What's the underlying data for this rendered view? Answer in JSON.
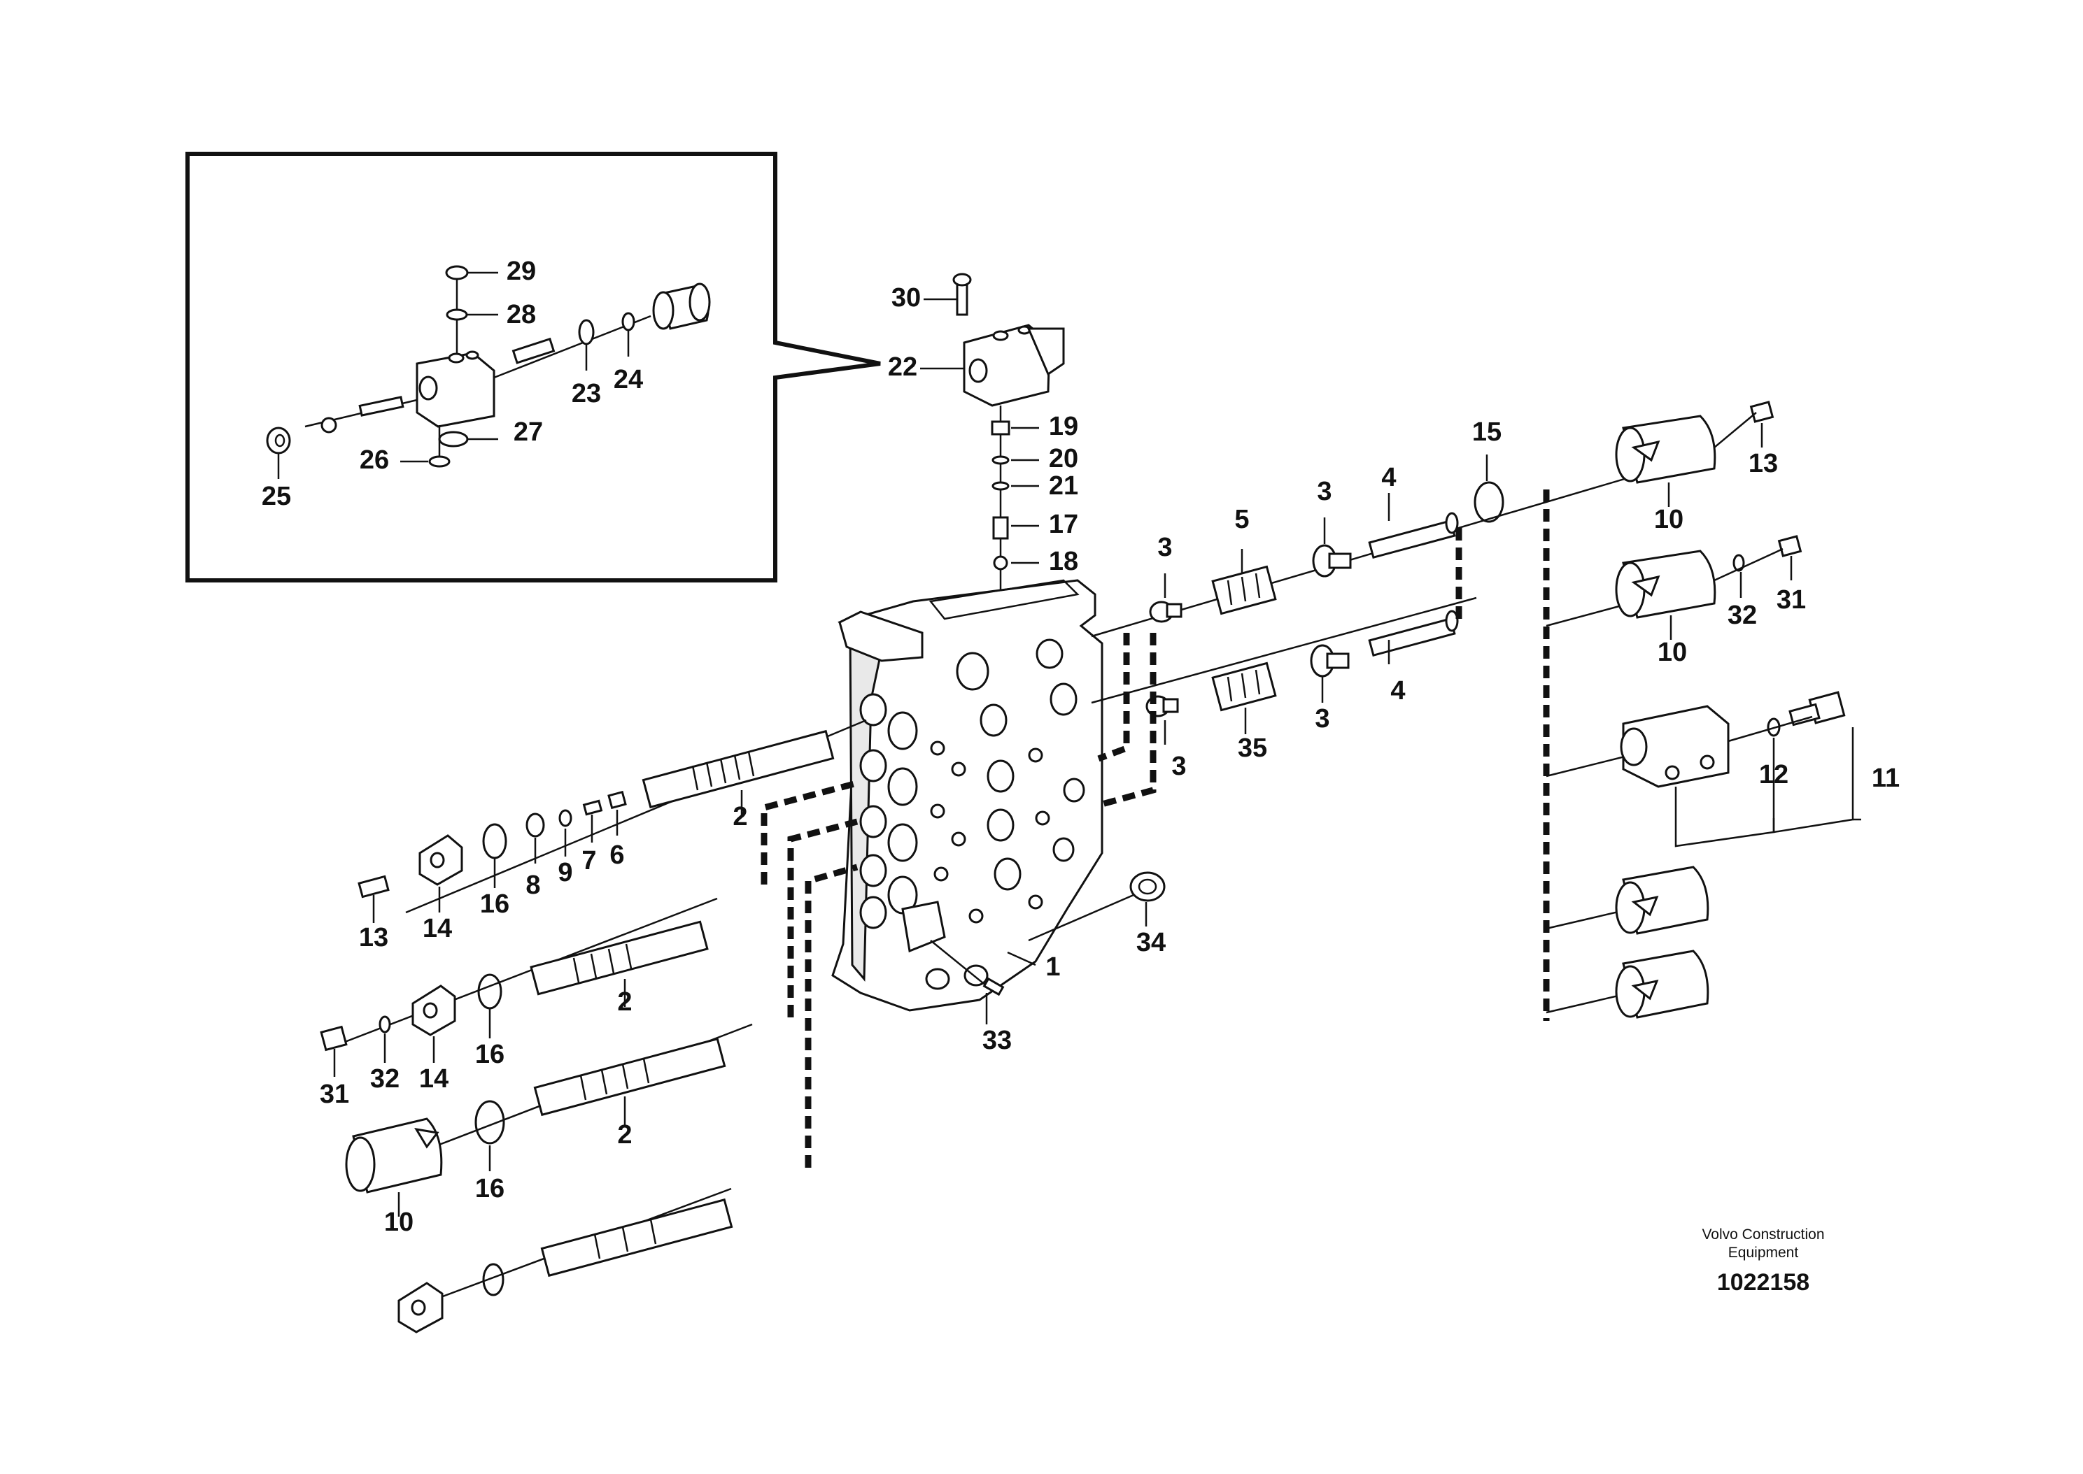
{
  "footer": {
    "company_line1": "Volvo Construction",
    "company_line2": "Equipment",
    "drawing_number": "1022158"
  },
  "labels": {
    "l29": "29",
    "l28": "28",
    "l23": "23",
    "l24": "24",
    "l27": "27",
    "l26": "26",
    "l25": "25",
    "l30": "30",
    "l22": "22",
    "l19": "19",
    "l20": "20",
    "l21": "21",
    "l17": "17",
    "l18": "18",
    "l15": "15",
    "l13a": "13",
    "l10a": "10",
    "l32a": "32",
    "l31a": "31",
    "l10b": "10",
    "l12": "12",
    "l11": "11",
    "l4a": "4",
    "l3a": "3",
    "l5": "5",
    "l3b": "3",
    "l4b": "4",
    "l3c": "3",
    "l35": "35",
    "l3d": "3",
    "l2a": "2",
    "l6": "6",
    "l7": "7",
    "l9": "9",
    "l8": "8",
    "l16a": "16",
    "l14a": "14",
    "l13b": "13",
    "l2b": "2",
    "l16b": "16",
    "l14b": "14",
    "l32b": "32",
    "l31b": "31",
    "l2c": "2",
    "l16c": "16",
    "l10c": "10",
    "l1": "1",
    "l33": "33",
    "l34": "34"
  }
}
